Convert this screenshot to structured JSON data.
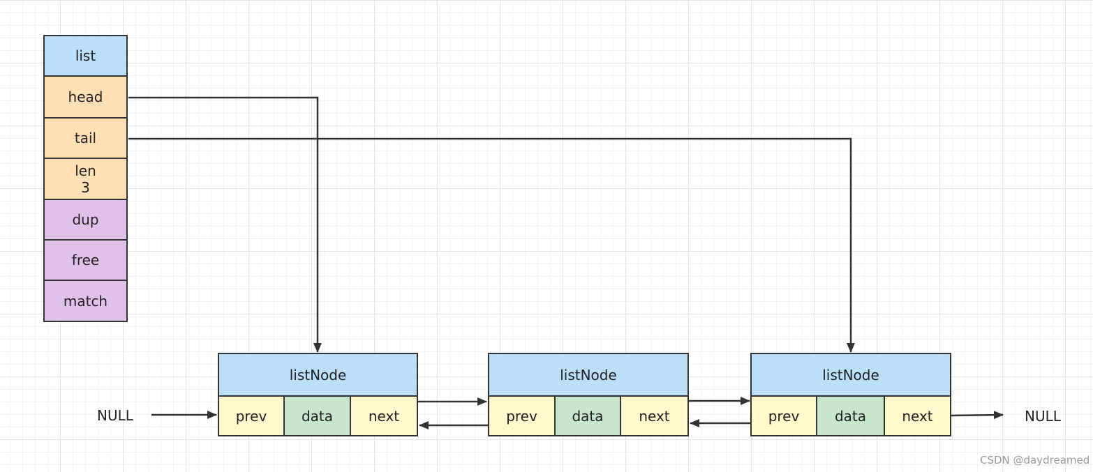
{
  "colors": {
    "blue": "#bcdff9",
    "orange": "#ffe0b4",
    "purple": "#e0c1e9",
    "yellow": "#fff9cc",
    "green": "#c8e6cc",
    "line": "#333333"
  },
  "list_struct": {
    "title": "list",
    "fields": [
      {
        "label": "head",
        "color": "orange"
      },
      {
        "label": "tail",
        "color": "orange"
      },
      {
        "label": "len\n3",
        "color": "orange"
      },
      {
        "label": "dup",
        "color": "purple"
      },
      {
        "label": "free",
        "color": "purple"
      },
      {
        "label": "match",
        "color": "purple"
      }
    ]
  },
  "nodes": [
    {
      "title": "listNode",
      "prev": "prev",
      "data": "data",
      "next": "next"
    },
    {
      "title": "listNode",
      "prev": "prev",
      "data": "data",
      "next": "next"
    },
    {
      "title": "listNode",
      "prev": "prev",
      "data": "data",
      "next": "next"
    }
  ],
  "null_left": "NULL",
  "null_right": "NULL",
  "watermark": "CSDN @daydreamed"
}
